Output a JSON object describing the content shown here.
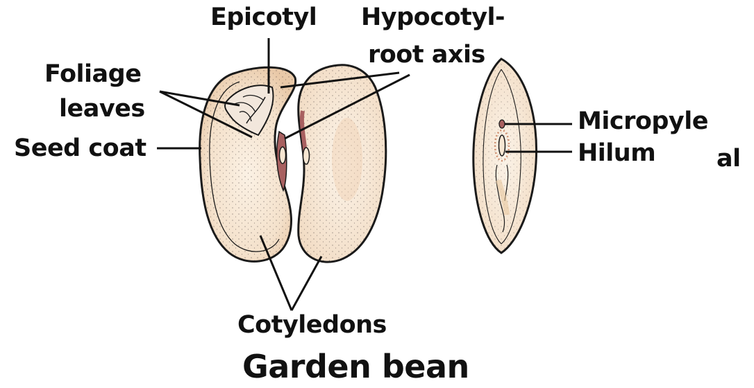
{
  "labels": {
    "epicotyl": "Epicotyl",
    "hypocotyl_line1": "Hypocotyl-",
    "hypocotyl_line2": "root axis",
    "foliage_line1": "Foliage",
    "foliage_line2": "leaves",
    "seed_coat": "Seed coat",
    "micropyle": "Micropyle",
    "hilum": "Hilum",
    "cut_off_text": "al",
    "cotyledons": "Cotyledons"
  },
  "title": "Garden bean",
  "colors": {
    "text": "#111111",
    "cotyledon_fill": "#f6e6d2",
    "cotyledon_tint": "#f0d6bd",
    "embryo_axis": "#a86060",
    "hilum_ring": "#d09070",
    "outline": "#1a1a1a"
  }
}
